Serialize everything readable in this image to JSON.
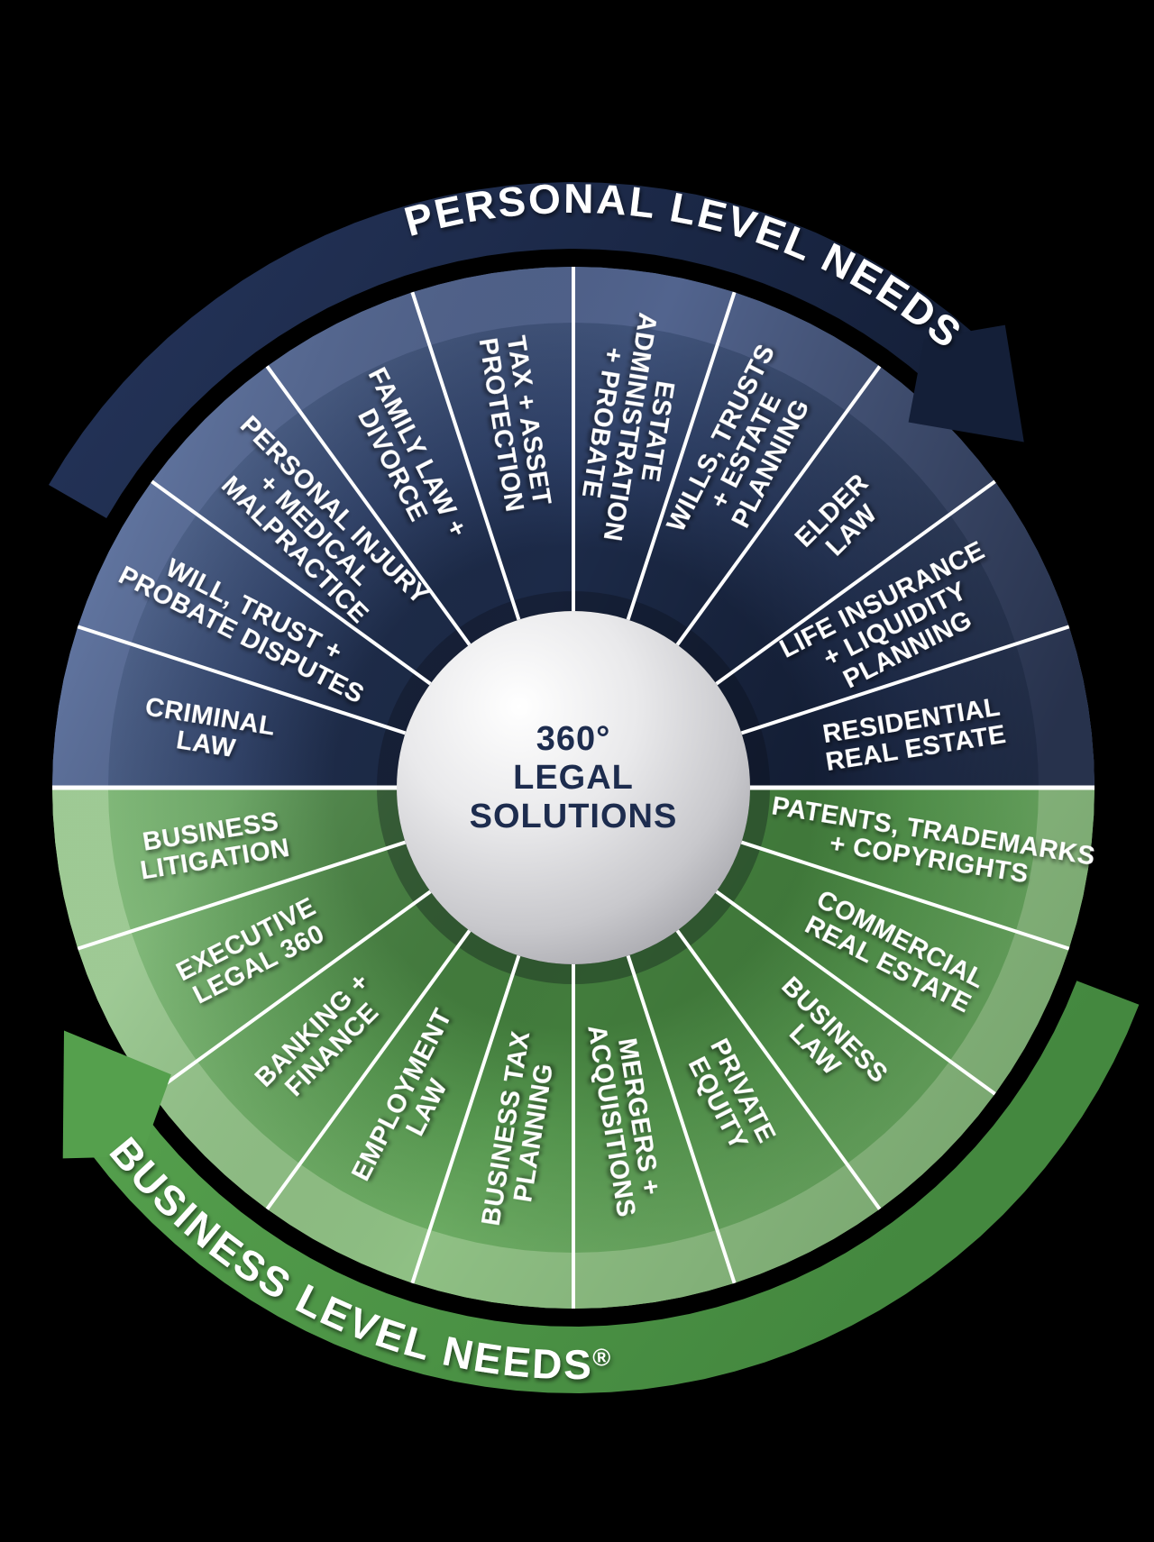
{
  "diagram": {
    "title": "360 Legal Solutions Wheel",
    "center": {
      "lines": [
        "360°",
        "LEGAL",
        "SOLUTIONS"
      ]
    },
    "personal": {
      "band_label": "PERSONAL LEVEL NEEDS",
      "segments": [
        {
          "label": "CRIMINAL LAW",
          "lines": [
            "CRIMINAL",
            "LAW"
          ]
        },
        {
          "label": "WILL, TRUST + PROBATE DISPUTES",
          "lines": [
            "WILL, TRUST +",
            "PROBATE DISPUTES"
          ]
        },
        {
          "label": "PERSONAL INJURY + MEDICAL MALPRACTICE",
          "lines": [
            "PERSONAL INJURY",
            "+ MEDICAL",
            "MALPRACTICE"
          ]
        },
        {
          "label": "FAMILY LAW + DIVORCE",
          "lines": [
            "FAMILY LAW +",
            "DIVORCE"
          ]
        },
        {
          "label": "TAX + ASSET PROTECTION",
          "lines": [
            "TAX + ASSET",
            "PROTECTION"
          ]
        },
        {
          "label": "ESTATE ADMINISTRATION + PROBATE",
          "lines": [
            "ESTATE",
            "ADMINISTRATION",
            "+ PROBATE"
          ]
        },
        {
          "label": "WILLS, TRUSTS + ESTATE PLANNING",
          "lines": [
            "WILLS, TRUSTS",
            "+ ESTATE",
            "PLANNING"
          ]
        },
        {
          "label": "ELDER LAW",
          "lines": [
            "ELDER",
            "LAW"
          ]
        },
        {
          "label": "LIFE INSURANCE + LIQUIDITY PLANNING",
          "lines": [
            "LIFE INSURANCE",
            "+ LIQUIDITY",
            "PLANNING"
          ]
        },
        {
          "label": "RESIDENTIAL REAL ESTATE",
          "lines": [
            "RESIDENTIAL",
            "REAL ESTATE"
          ]
        }
      ]
    },
    "business": {
      "band_label": "BUSINESS LEVEL NEEDS",
      "band_label_mark": "®",
      "segments": [
        {
          "label": "BUSINESS LITIGATION",
          "lines": [
            "BUSINESS",
            "LITIGATION"
          ]
        },
        {
          "label": "EXECUTIVE LEGAL 360",
          "lines": [
            "EXECUTIVE",
            "LEGAL 360"
          ]
        },
        {
          "label": "BANKING + FINANCE",
          "lines": [
            "BANKING +",
            "FINANCE"
          ]
        },
        {
          "label": "EMPLOYMENT LAW",
          "lines": [
            "EMPLOYMENT",
            "LAW"
          ]
        },
        {
          "label": "BUSINESS TAX PLANNING",
          "lines": [
            "BUSINESS TAX",
            "PLANNING"
          ]
        },
        {
          "label": "MERGERS + ACQUISITIONS",
          "lines": [
            "MERGERS +",
            "ACQUISITIONS"
          ]
        },
        {
          "label": "PRIVATE EQUITY",
          "lines": [
            "PRIVATE",
            "EQUITY"
          ]
        },
        {
          "label": "BUSINESS LAW",
          "lines": [
            "BUSINESS",
            "LAW"
          ]
        },
        {
          "label": "COMMERCIAL REAL ESTATE",
          "lines": [
            "COMMERCIAL",
            "REAL ESTATE"
          ]
        },
        {
          "label": "PATENTS, TRADEMARKS + COPYRIGHTS",
          "lines": [
            "PATENTS, TRADEMARKS",
            "+ COPYRIGHTS"
          ]
        }
      ]
    },
    "colors": {
      "background": "#000000",
      "divider": "#ffffff",
      "label_text": "#ffffff",
      "center_text": "#1d2c4e",
      "center_silver_light": "#ffffff",
      "center_silver_mid": "#e9e9eb",
      "center_silver_dark": "#a2a2a8",
      "personal_band_light": "#223155",
      "personal_band_dark": "#141f38",
      "personal_inner": "#1c2a48",
      "personal_mid": "#2e4067",
      "personal_outer": "#41547b",
      "personal_rim": "#52648e",
      "business_band_light": "#55a04d",
      "business_band_dark": "#44883f",
      "business_inner": "#427c3c",
      "business_mid": "#55964e",
      "business_outer": "#6cab63",
      "business_rim": "#8fc084"
    }
  }
}
